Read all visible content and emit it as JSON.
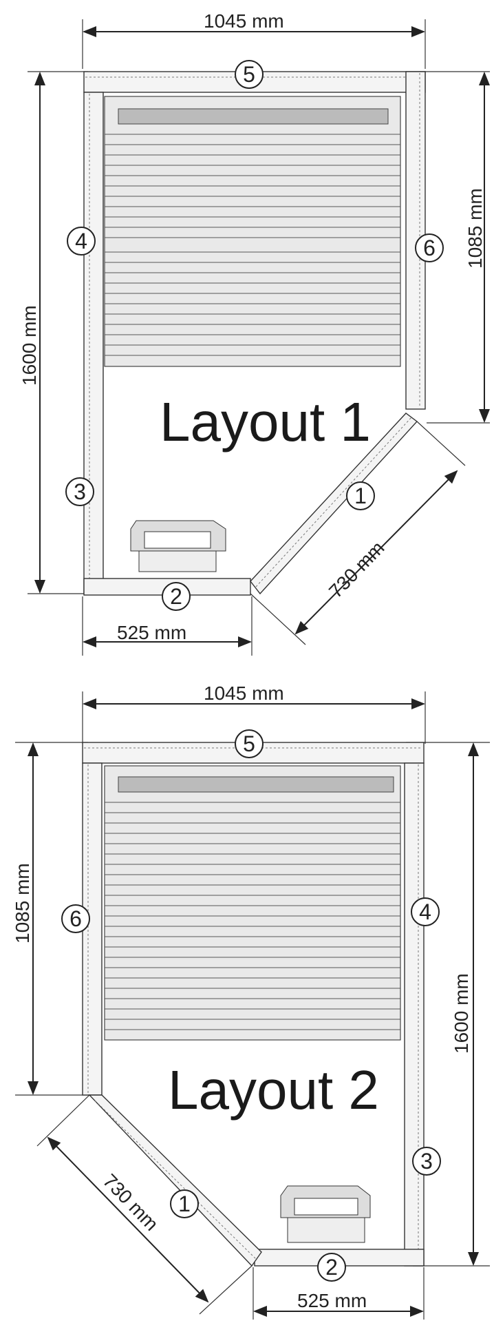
{
  "layouts": [
    {
      "title": "Layout 1",
      "dims": {
        "width_top": "1045 mm",
        "height_left": "1600 mm",
        "height_right": "1085 mm",
        "diagonal": "730 mm",
        "width_bottom": "525 mm"
      },
      "labels": [
        "1",
        "2",
        "3",
        "4",
        "5",
        "6"
      ]
    },
    {
      "title": "Layout 2",
      "dims": {
        "width_top": "1045 mm",
        "height_left": "1085 mm",
        "height_right": "1600 mm",
        "diagonal": "730 mm",
        "width_bottom": "525 mm"
      },
      "labels": [
        "1",
        "2",
        "3",
        "4",
        "5",
        "6"
      ]
    }
  ]
}
